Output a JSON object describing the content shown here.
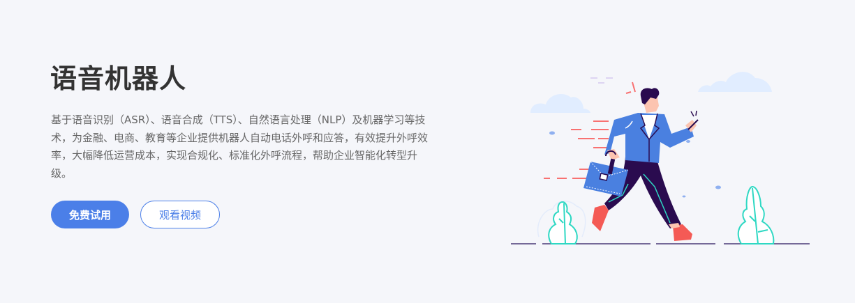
{
  "hero": {
    "title": "语音机器人",
    "description": "基于语音识别（ASR）、语音合成（TTS）、自然语言处理（NLP）及机器学习等技术，为金融、电商、教育等企业提供机器人自动电话外呼和应答，有效提升外呼效率，大幅降低运营成本，实现合规化、标准化外呼流程，帮助企业智能化转型升级。",
    "buttons": {
      "primary_label": "免费试用",
      "secondary_label": "观看视频"
    }
  },
  "illustration": {
    "subject": "running-businessman-with-briefcase-and-phone",
    "colors": {
      "background": "#f5f6fa",
      "accent_blue": "#4b7fe8",
      "jacket": "#4a80e0",
      "pants_hair": "#2a0b4f",
      "skin": "#fcc4b0",
      "shoes": "#f45a55",
      "speed_lines": "#f87171",
      "plant_outline": "#2ed8c3",
      "ground": "#4b3a78",
      "cloud": "#e1edff"
    }
  }
}
